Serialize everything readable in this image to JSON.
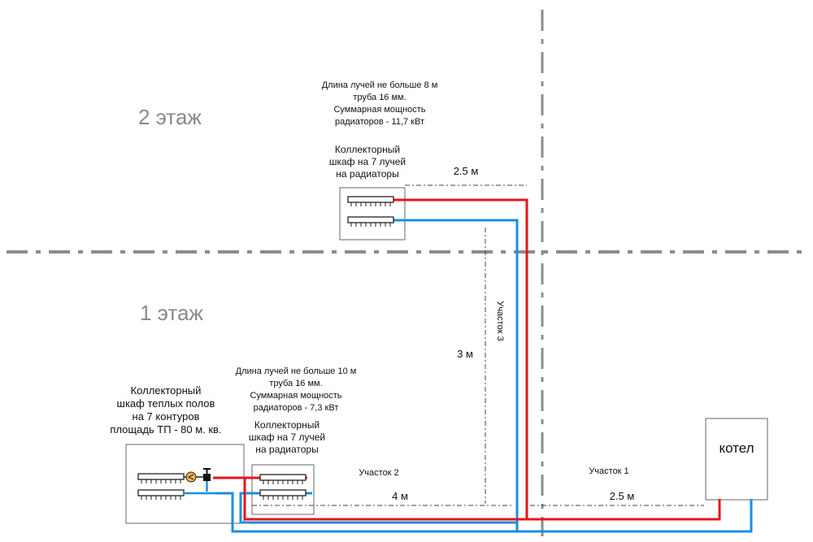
{
  "floors": {
    "second": "2 этаж",
    "first": "1 этаж"
  },
  "colors": {
    "supply": "#e8141c",
    "return": "#1a8fe0",
    "floor_line": "#8c8c8c",
    "dim_line": "#444444",
    "box": "#666666"
  },
  "note_floor2": {
    "lines": [
      "Длина лучей не больше 8 м",
      "труба 16 мм.",
      "Суммарная мощность",
      "радиаторов - 11,7 кВт"
    ]
  },
  "cabinet_floor2": {
    "lines": [
      "Коллекторный",
      "шкаф на 7 лучей",
      "на радиаторы"
    ]
  },
  "note_floor1": {
    "lines": [
      "Длина лучей не больше 10 м",
      "труба 16 мм.",
      "Суммарная мощность",
      "радиаторов - 7,3 кВт"
    ]
  },
  "cabinet_floor1": {
    "lines": [
      "Коллекторный",
      "шкаф на 7 лучей",
      "на радиаторы"
    ]
  },
  "cabinet_underfloor": {
    "lines": [
      "Коллекторный",
      "шкаф теплых полов",
      "на 7 контуров",
      "площадь ТП - 80 м. кв."
    ]
  },
  "boiler": {
    "label": "котел"
  },
  "sections": {
    "s1": "Участок 1",
    "s2": "Участок 2",
    "s3": "Участок 3"
  },
  "dimensions": {
    "top": "2.5 м",
    "vertical": "3 м",
    "bottom_left": "4 м",
    "bottom_right": "2.5 м"
  }
}
